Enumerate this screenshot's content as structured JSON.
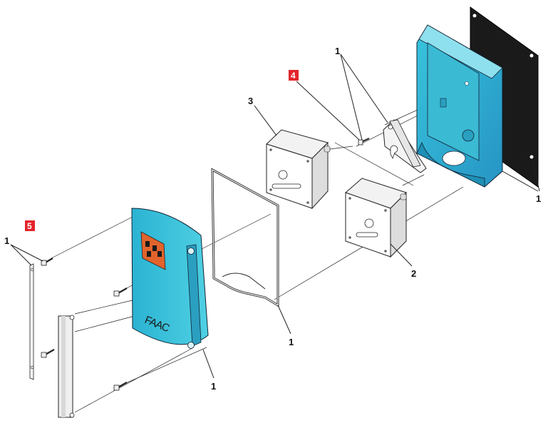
{
  "diagram": {
    "callouts": [
      {
        "id": "c-1-left",
        "text": "1"
      },
      {
        "id": "c-1-bottom-cover",
        "text": "1"
      },
      {
        "id": "c-1-gasket",
        "text": "1"
      },
      {
        "id": "c-1-top-bracket",
        "text": "1"
      },
      {
        "id": "c-1-base-box",
        "text": "1"
      },
      {
        "id": "c-2",
        "text": "2"
      },
      {
        "id": "c-3",
        "text": "3"
      }
    ],
    "badges": [
      {
        "id": "b-4",
        "text": "4",
        "color": "#e3242b"
      },
      {
        "id": "b-5",
        "text": "5",
        "color": "#e3242b"
      }
    ],
    "brand_text": "FAAC",
    "colors": {
      "enclosure": "#2aa6c8",
      "enclosure_light": "#5fd0e6",
      "back_plate": "#1a1a1a",
      "keypad": "#e2632c",
      "badge": "#e3242b"
    }
  }
}
